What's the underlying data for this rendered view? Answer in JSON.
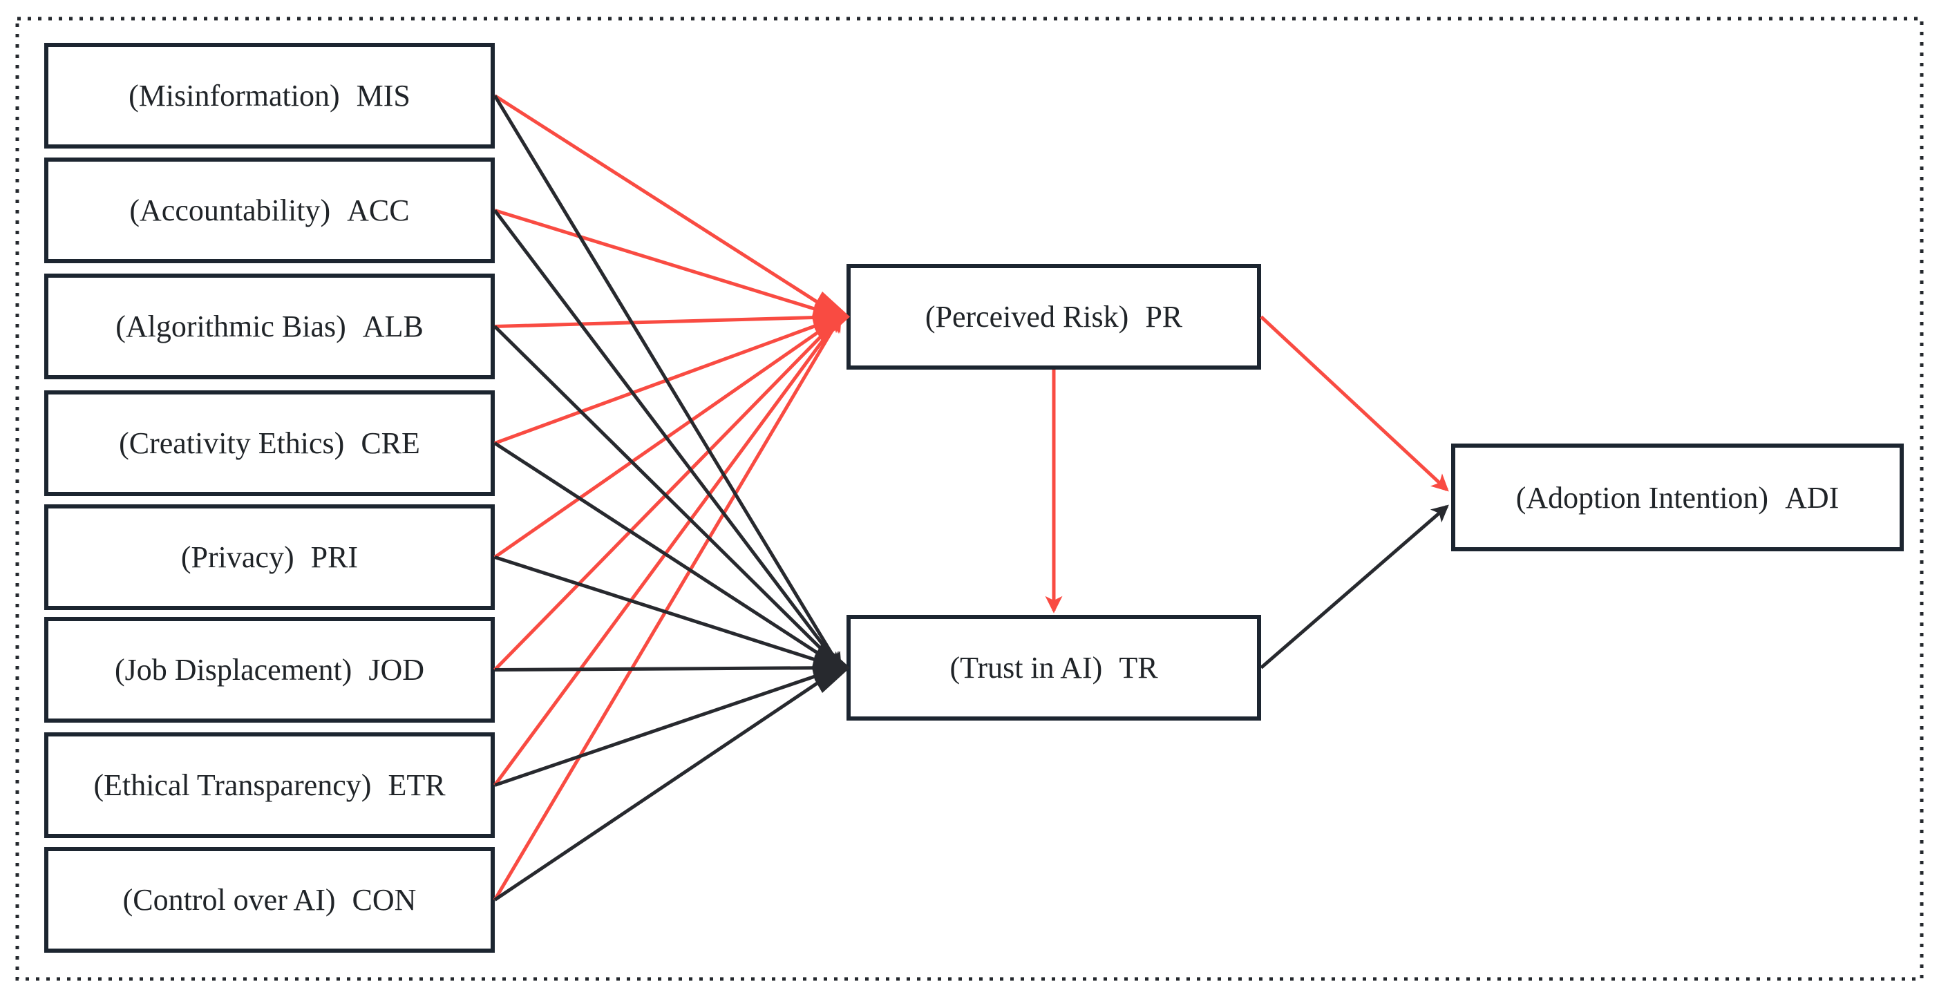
{
  "diagram": {
    "left_nodes": [
      {
        "name": "(Misinformation)",
        "code": "MIS"
      },
      {
        "name": "(Accountability)",
        "code": "ACC"
      },
      {
        "name": "(Algorithmic Bias)",
        "code": "ALB"
      },
      {
        "name": "(Creativity Ethics)",
        "code": "CRE"
      },
      {
        "name": "(Privacy)",
        "code": "PRI"
      },
      {
        "name": "(Job Displacement)",
        "code": "JOD"
      },
      {
        "name": "(Ethical Transparency)",
        "code": "ETR"
      },
      {
        "name": "(Control over AI)",
        "code": "CON"
      }
    ],
    "mediators": [
      {
        "name": "(Perceived Risk)",
        "code": "PR"
      },
      {
        "name": "(Trust in AI)",
        "code": "TR"
      }
    ],
    "outcome": {
      "name": "(Adoption Intention)",
      "code": "ADI"
    },
    "edges": [
      {
        "from": "MIS",
        "to": "PR",
        "color": "red"
      },
      {
        "from": "ACC",
        "to": "PR",
        "color": "red"
      },
      {
        "from": "ALB",
        "to": "PR",
        "color": "red"
      },
      {
        "from": "CRE",
        "to": "PR",
        "color": "red"
      },
      {
        "from": "PRI",
        "to": "PR",
        "color": "red"
      },
      {
        "from": "JOD",
        "to": "PR",
        "color": "red"
      },
      {
        "from": "ETR",
        "to": "PR",
        "color": "red"
      },
      {
        "from": "CON",
        "to": "PR",
        "color": "red"
      },
      {
        "from": "MIS",
        "to": "TR",
        "color": "black"
      },
      {
        "from": "ACC",
        "to": "TR",
        "color": "black"
      },
      {
        "from": "ALB",
        "to": "TR",
        "color": "black"
      },
      {
        "from": "CRE",
        "to": "TR",
        "color": "black"
      },
      {
        "from": "PRI",
        "to": "TR",
        "color": "black"
      },
      {
        "from": "JOD",
        "to": "TR",
        "color": "black"
      },
      {
        "from": "ETR",
        "to": "TR",
        "color": "black"
      },
      {
        "from": "CON",
        "to": "TR",
        "color": "black"
      },
      {
        "from": "PR",
        "to": "TR",
        "color": "red"
      },
      {
        "from": "PR",
        "to": "ADI",
        "color": "red"
      },
      {
        "from": "TR",
        "to": "ADI",
        "color": "black"
      }
    ],
    "colors": {
      "red_path": "#f94b42",
      "black_path": "#27292e",
      "box_border": "#1c2530",
      "text": "#202428",
      "frame": "#24282d"
    }
  }
}
